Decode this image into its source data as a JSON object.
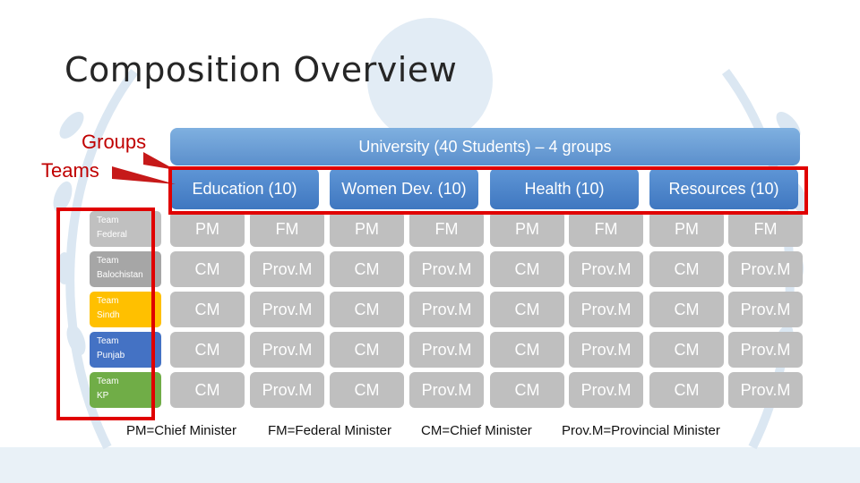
{
  "title": "Composition Overview",
  "labels": {
    "groups": "Groups",
    "teams": "Teams"
  },
  "banner": "University (40 Students) – 4 groups",
  "groups": [
    {
      "label": "Education (10)"
    },
    {
      "label": "Women Dev. (10)"
    },
    {
      "label": "Health (10)"
    },
    {
      "label": "Resources (10)"
    }
  ],
  "teams": [
    {
      "line1": "Team",
      "line2": "Federal",
      "color": "#c0c0c0"
    },
    {
      "line1": "Team",
      "line2": "Balochistan",
      "color": "#a6a6a6"
    },
    {
      "line1": "Team",
      "line2": "Sindh",
      "color": "#ffc000"
    },
    {
      "line1": "Team",
      "line2": "Punjab",
      "color": "#4472c4"
    },
    {
      "line1": "Team",
      "line2": "KP",
      "color": "#70ad47"
    }
  ],
  "rows": [
    [
      "PM",
      "FM",
      "PM",
      "FM",
      "PM",
      "FM",
      "PM",
      "FM"
    ],
    [
      "CM",
      "Prov.M",
      "CM",
      "Prov.M",
      "CM",
      "Prov.M",
      "CM",
      "Prov.M"
    ],
    [
      "CM",
      "Prov.M",
      "CM",
      "Prov.M",
      "CM",
      "Prov.M",
      "CM",
      "Prov.M"
    ],
    [
      "CM",
      "Prov.M",
      "CM",
      "Prov.M",
      "CM",
      "Prov.M",
      "CM",
      "Prov.M"
    ],
    [
      "CM",
      "Prov.M",
      "CM",
      "Prov.M",
      "CM",
      "Prov.M",
      "CM",
      "Prov.M"
    ]
  ],
  "legend": [
    "PM=Chief Minister",
    "FM=Federal Minister",
    "CM=Chief Minister",
    "Prov.M=Provincial Minister"
  ],
  "colors": {
    "accent_red": "#e00000",
    "group_blue": "#4a82c8",
    "cell_gray": "#bfbfbf"
  }
}
